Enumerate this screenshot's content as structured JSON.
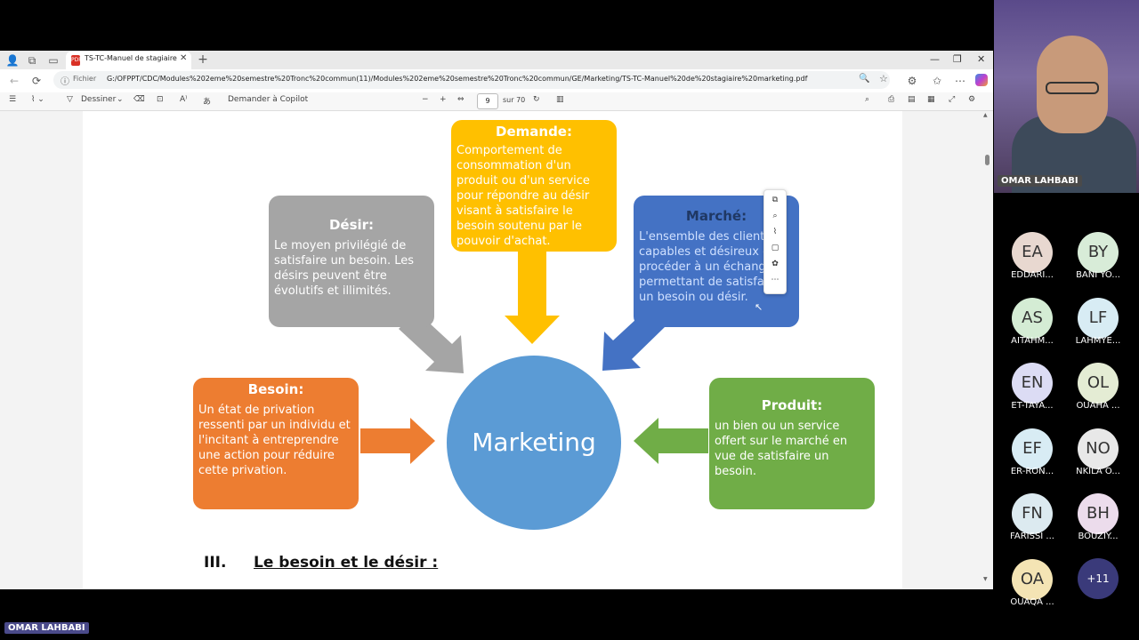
{
  "browser": {
    "tab_title": "TS-TC-Manuel de stagiaire marke",
    "address_prefix": "Fichier",
    "url": "G:/OFPPT/CDC/Modules%202eme%20semestre%20Tronc%20commun(11)/Modules%202eme%20semestre%20Tronc%20commun/GE/Marketing/TS-TC-Manuel%20de%20stagiaire%20marketing.pdf"
  },
  "pdf_toolbar": {
    "draw_label": "Dessiner",
    "copilot_label": "Demander à Copilot",
    "page_number": "9",
    "page_total": "sur 70",
    "minus": "−",
    "plus": "+"
  },
  "diagram": {
    "demande": {
      "title": "Demande:",
      "text": "Comportement de consommation d'un produit ou d'un service pour répondre au désir visant à satisfaire le besoin soutenu par le pouvoir d'achat."
    },
    "desir": {
      "title": "Désir:",
      "text": "Le moyen privilégié de satisfaire un besoin. Les désirs peuvent être évolutifs et illimités."
    },
    "marche": {
      "title": "Marché:",
      "text": "L'ensemble des clients capables et désireux de procéder à un échange permettant de satisfaire un besoin ou désir."
    },
    "besoin": {
      "title": "Besoin:",
      "text": "Un état de privation ressenti par un individu et l'incitant à entreprendre une action pour réduire cette privation."
    },
    "produit": {
      "title": "Produit:",
      "text": "un bien ou un service offert sur le marché en vue de satisfaire un besoin."
    },
    "center": "Marketing",
    "colors": {
      "demande": "#ffc000",
      "desir": "#a5a5a5",
      "marche": "#4472c4",
      "besoin": "#ed7d31",
      "produit": "#70ad47",
      "center": "#5b9bd5"
    }
  },
  "heading": {
    "number": "III.",
    "text": "Le besoin et le désir :"
  },
  "meeting": {
    "presenter": "OMAR LAHBABI",
    "participants": [
      {
        "initials": "EA",
        "name": "EDDARI...",
        "color": "#e8d8d0"
      },
      {
        "initials": "BY",
        "name": "BANI YO...",
        "color": "#d8ecd8"
      },
      {
        "initials": "AS",
        "name": "AITAHM...",
        "color": "#d4ecd4"
      },
      {
        "initials": "LF",
        "name": "LAHMYE...",
        "color": "#d8ecf4"
      },
      {
        "initials": "EN",
        "name": "ET-TAYA...",
        "color": "#dcdcf4"
      },
      {
        "initials": "OL",
        "name": "OUAHA ...",
        "color": "#e4ecd4"
      },
      {
        "initials": "EF",
        "name": "ER-RON...",
        "color": "#d8ecf4"
      },
      {
        "initials": "NO",
        "name": "NKILA O...",
        "color": "#e8e8e8"
      },
      {
        "initials": "FN",
        "name": "FARISSI ...",
        "color": "#dceaf0"
      },
      {
        "initials": "BH",
        "name": "BOUZIY...",
        "color": "#ecdcec"
      },
      {
        "initials": "OA",
        "name": "OUAQA ...",
        "color": "#f4e4b4"
      }
    ],
    "more": "+11"
  }
}
